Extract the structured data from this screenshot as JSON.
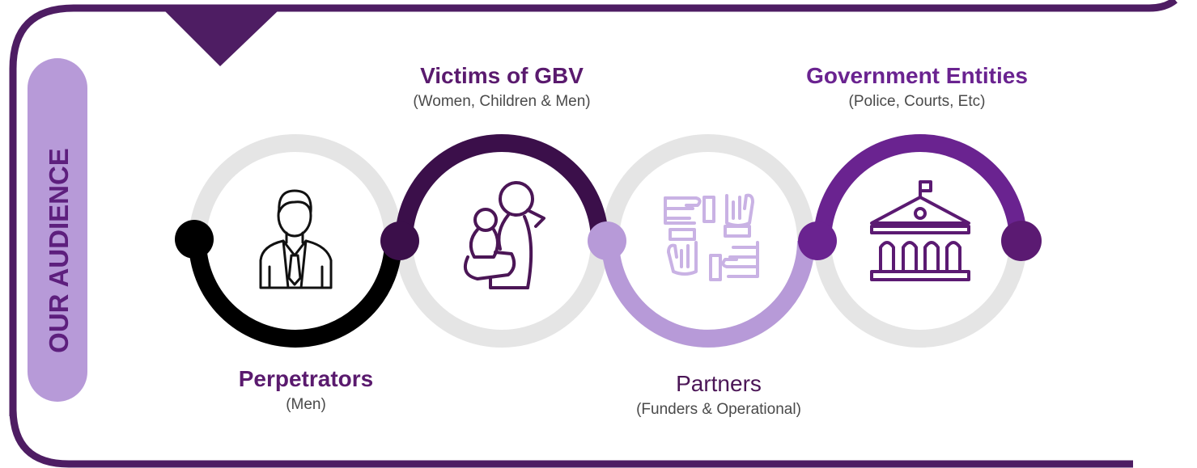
{
  "section_label": "OUR AUDIENCE",
  "audiences": [
    {
      "title": "Perpetrators",
      "subtitle": "(Men)",
      "icon": "businessman-icon"
    },
    {
      "title": "Victims of GBV",
      "subtitle": "(Women, Children & Men)",
      "icon": "mother-child-icon"
    },
    {
      "title": "Partners",
      "subtitle": "(Funders & Operational)",
      "icon": "joined-hands-icon"
    },
    {
      "title": "Government Entities",
      "subtitle": "(Police, Courts, Etc)",
      "icon": "government-building-icon"
    }
  ],
  "colors": {
    "frame": "#4e1d63",
    "side_tab": "#b79ad8",
    "side_text": "#5d1f7d",
    "ring_track": "#e5e5e5",
    "perpetrators": "#000000",
    "victims": "#3b0f4a",
    "partners": "#b79ad8",
    "government": "#6a2390"
  }
}
